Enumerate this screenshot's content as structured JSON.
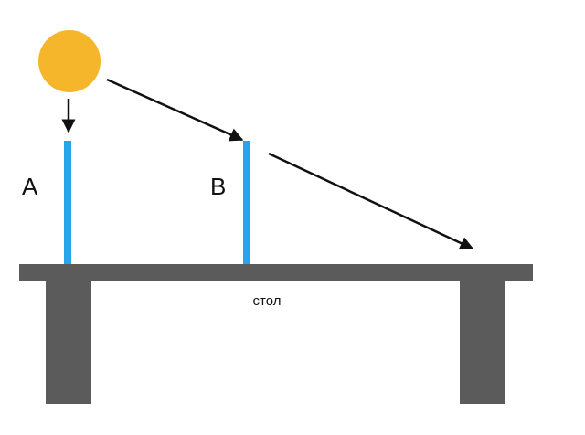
{
  "diagram": {
    "sun": {
      "color": "#F6B62B",
      "icon": "sun-icon"
    },
    "rods": [
      {
        "label": "A",
        "color": "#2AA3EE"
      },
      {
        "label": "B",
        "color": "#2AA3EE"
      }
    ],
    "table": {
      "label": "стол",
      "color": "#5B5B5B"
    },
    "ray_color": "#111111"
  }
}
